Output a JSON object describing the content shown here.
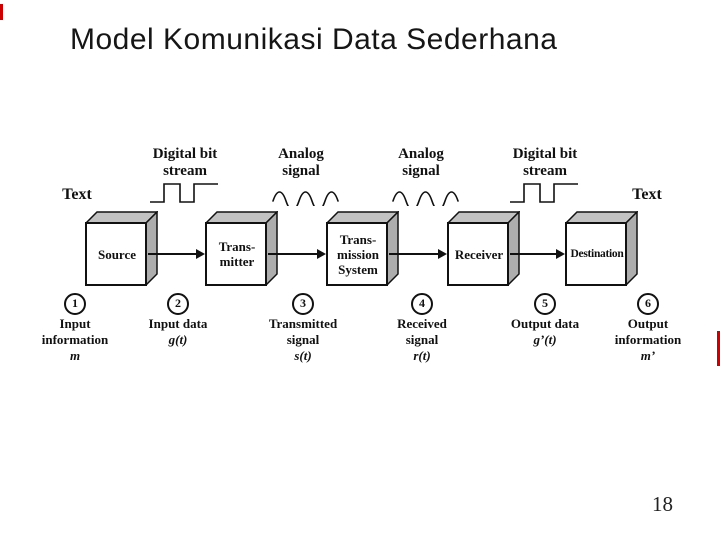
{
  "page": {
    "title": "Model Komunikasi Data Sederhana",
    "page_number": "18",
    "background": "#FFFFFF",
    "accent_red": "#CC0000"
  },
  "diagram": {
    "endpoint_labels": {
      "left": "Text",
      "right": "Text"
    },
    "signal_labels": [
      "Digital bit stream",
      "Analog signal",
      "Analog signal",
      "Digital bit stream"
    ],
    "waveform_icons": [
      "square-wave-icon",
      "sine-wave-icon",
      "sine-wave-icon",
      "square-wave-icon"
    ],
    "boxes": [
      {
        "label": "Source"
      },
      {
        "label": "Trans-\nmitter"
      },
      {
        "label": "Trans-\nmission\nSystem"
      },
      {
        "label": "Receiver"
      },
      {
        "label": "Destination"
      }
    ],
    "steps": [
      {
        "num": "1",
        "line1": "Input",
        "line2": "information",
        "math": "m"
      },
      {
        "num": "2",
        "line1": "Input data",
        "line2": "",
        "math": "g(t)"
      },
      {
        "num": "3",
        "line1": "Transmitted",
        "line2": "signal",
        "math": "s(t)"
      },
      {
        "num": "4",
        "line1": "Received",
        "line2": "signal",
        "math": "r(t)"
      },
      {
        "num": "5",
        "line1": "Output data",
        "line2": "",
        "math": "g’(t)"
      },
      {
        "num": "6",
        "line1": "Output",
        "line2": "information",
        "math": "m’"
      }
    ],
    "colors": {
      "stroke": "#111111",
      "box_side": "#ADADAD",
      "box_top": "#C2C2C2"
    }
  }
}
